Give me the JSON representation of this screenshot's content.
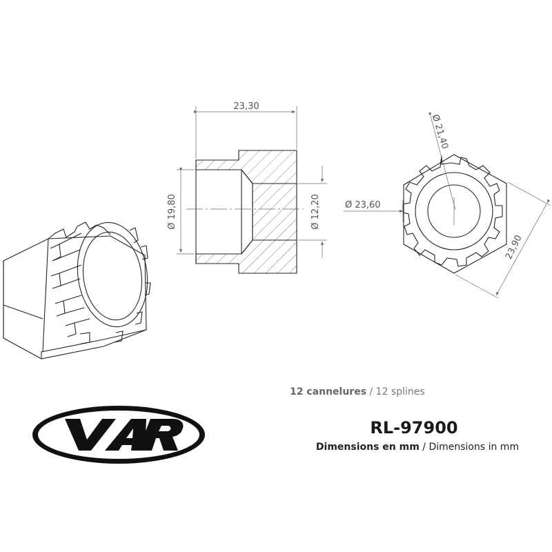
{
  "dimensions": {
    "length": "23,30",
    "outer_diameter_left": "Ø 19,80",
    "inner_diameter": "Ø 12,20",
    "across_corners": "Ø 23,60",
    "spline_diameter": "Ø 21,40",
    "across_flats": "23,90"
  },
  "splines": {
    "fr": "12 cannelures",
    "sep": " / ",
    "en": "12 splines"
  },
  "part_number": "RL-97900",
  "units": {
    "fr": "Dimensions en mm",
    "sep": " / ",
    "en": "Dimensions in mm"
  },
  "brand": {
    "logo_text": "VAR"
  }
}
